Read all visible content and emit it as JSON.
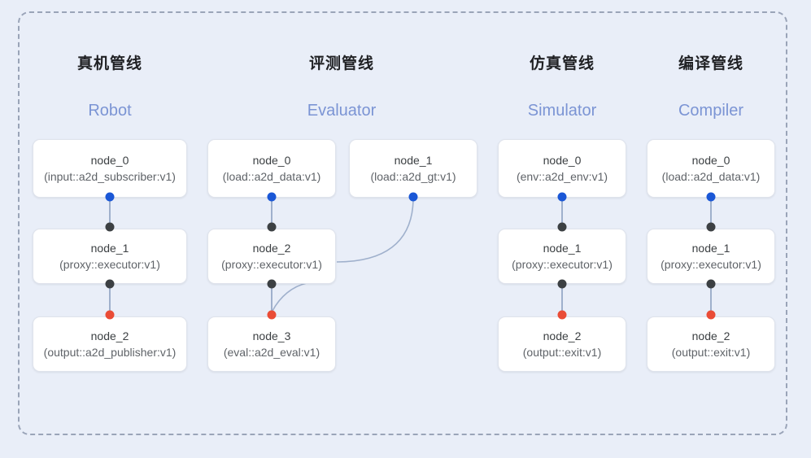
{
  "diagram": {
    "title_cn_1": "真机管线",
    "frame_style": "dashed",
    "background_color": "#e9eef8",
    "panel_border_color": "#9aa4b8"
  },
  "colors": {
    "output_port": "#1a57d6",
    "proxy_port": "#3c4043",
    "input_port": "#ea4c36",
    "header_en": "#7b94d4",
    "header_cn": "#202124",
    "edge": "#9fb0cc"
  },
  "columns": [
    {
      "title_cn": "真机管线",
      "title_en": "Robot",
      "nodes": [
        {
          "name": "node_0",
          "type": "(input::a2d_subscriber:v1)"
        },
        {
          "name": "node_1",
          "type": "(proxy::executor:v1)"
        },
        {
          "name": "node_2",
          "type": "(output::a2d_publisher:v1)"
        }
      ]
    },
    {
      "title_cn": "评测管线",
      "title_en": "Evaluator",
      "nodes": [
        {
          "name": "node_0",
          "type": "(load::a2d_data:v1)"
        },
        {
          "name": "node_1",
          "type": "(load::a2d_gt:v1)"
        },
        {
          "name": "node_2",
          "type": "(proxy::executor:v1)"
        },
        {
          "name": "node_3",
          "type": "(eval::a2d_eval:v1)"
        }
      ]
    },
    {
      "title_cn": "仿真管线",
      "title_en": "Simulator",
      "nodes": [
        {
          "name": "node_0",
          "type": "(env::a2d_env:v1)"
        },
        {
          "name": "node_1",
          "type": "(proxy::executor:v1)"
        },
        {
          "name": "node_2",
          "type": "(output::exit:v1)"
        }
      ]
    },
    {
      "title_cn": "编译管线",
      "title_en": "Compiler",
      "nodes": [
        {
          "name": "node_0",
          "type": "(load::a2d_data:v1)"
        },
        {
          "name": "node_1",
          "type": "(proxy::executor:v1)"
        },
        {
          "name": "node_2",
          "type": "(output::exit:v1)"
        }
      ]
    }
  ]
}
